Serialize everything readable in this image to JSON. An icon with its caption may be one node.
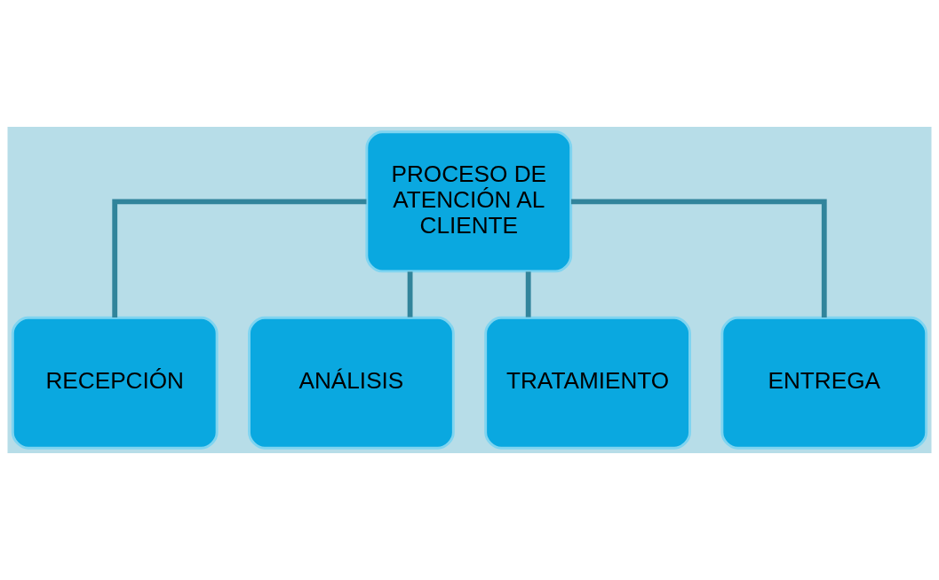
{
  "diagram": {
    "nodes": [
      {
        "text": [
          "PROCESO DE ATENCIÓN AL CLIENTE"
        ]
      },
      {
        "text": [
          "RECEPCIÓN"
        ]
      },
      {
        "text": [
          "ANÁLISIS"
        ]
      },
      {
        "text": [
          "TRATAMIENTO"
        ]
      },
      {
        "text": [
          "ENTREGA"
        ]
      }
    ],
    "edges": [
      {
        "from": 0,
        "to": 1,
        "arrow": "none"
      },
      {
        "from": 0,
        "to": 2,
        "arrow": "none"
      },
      {
        "from": 0,
        "to": 3,
        "arrow": "none"
      },
      {
        "from": 0,
        "to": 4,
        "arrow": "none"
      }
    ]
  }
}
